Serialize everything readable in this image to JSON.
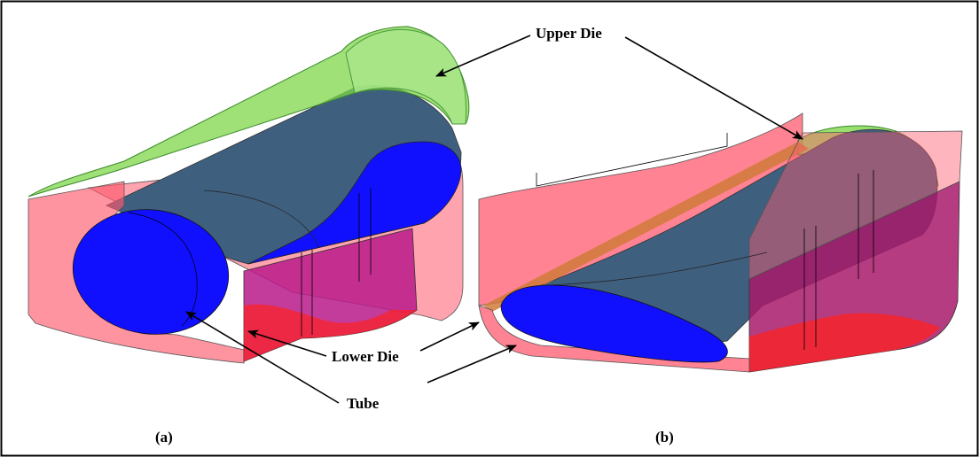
{
  "labels": {
    "upper_die": "Upper Die",
    "lower_die": "Lower Die",
    "tube": "Tube",
    "panel_a": "(a)",
    "panel_b": "(b)"
  },
  "colors": {
    "upper_die": "#7fd64a",
    "lower_die": "#ff5a6e",
    "tube_end": "#1010ff",
    "tube_flat": "#3f5f7f",
    "frame": "#000000"
  }
}
